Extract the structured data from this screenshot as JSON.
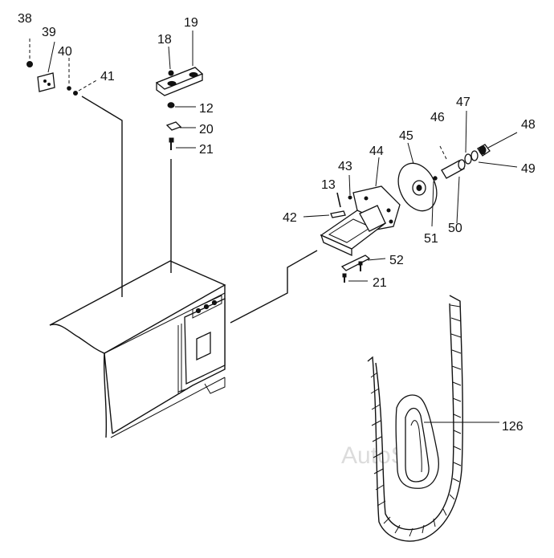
{
  "labels": {
    "l38": "38",
    "l39": "39",
    "l40": "40",
    "l41": "41",
    "l18": "18",
    "l19": "19",
    "l12": "12",
    "l20": "20",
    "l21a": "21",
    "l13": "13",
    "l43": "43",
    "l44": "44",
    "l45": "45",
    "l46": "46",
    "l47": "47",
    "l48": "48",
    "l49": "49",
    "l42": "42",
    "l51": "51",
    "l50": "50",
    "l52": "52",
    "l21b": "21",
    "l126": "126"
  },
  "watermark": "AutoSoft"
}
